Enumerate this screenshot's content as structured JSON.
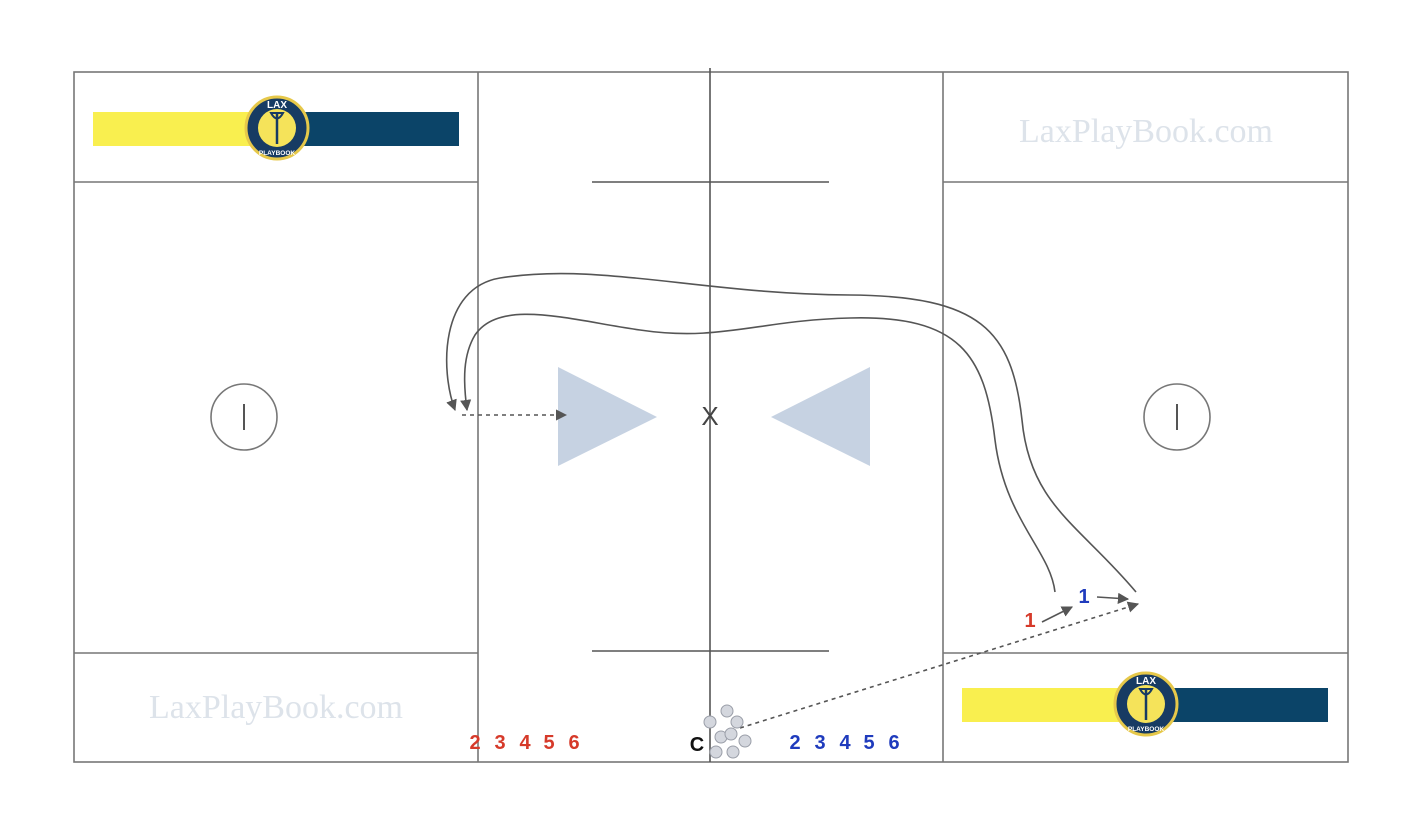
{
  "watermarks": {
    "top_right": "LaxPlayBook.com",
    "bottom_left": "LaxPlayBook.com"
  },
  "logo": {
    "text_top": "LAX",
    "text_bottom": "PLAYBOOK",
    "colors": {
      "yellow": "#f9ef4f",
      "navy": "#0b4468",
      "circle": "#173b63"
    }
  },
  "center_mark": "X",
  "coach_label": "C",
  "goal_icon_left": "goal-crease-icon",
  "goal_icon_right": "goal-crease-icon",
  "red_team": {
    "color": "#d63a2a",
    "lead_player": "1",
    "waiting_numbers": [
      "2",
      "3",
      "4",
      "5",
      "6"
    ]
  },
  "blue_team": {
    "color": "#1f3bbd",
    "lead_player": "1",
    "waiting_numbers": [
      "2",
      "3",
      "4",
      "5",
      "6"
    ]
  },
  "colors": {
    "lines": "#555555",
    "field_lines": "#777777",
    "triangle": "#c6d2e2",
    "ball": "#d4d7de"
  }
}
